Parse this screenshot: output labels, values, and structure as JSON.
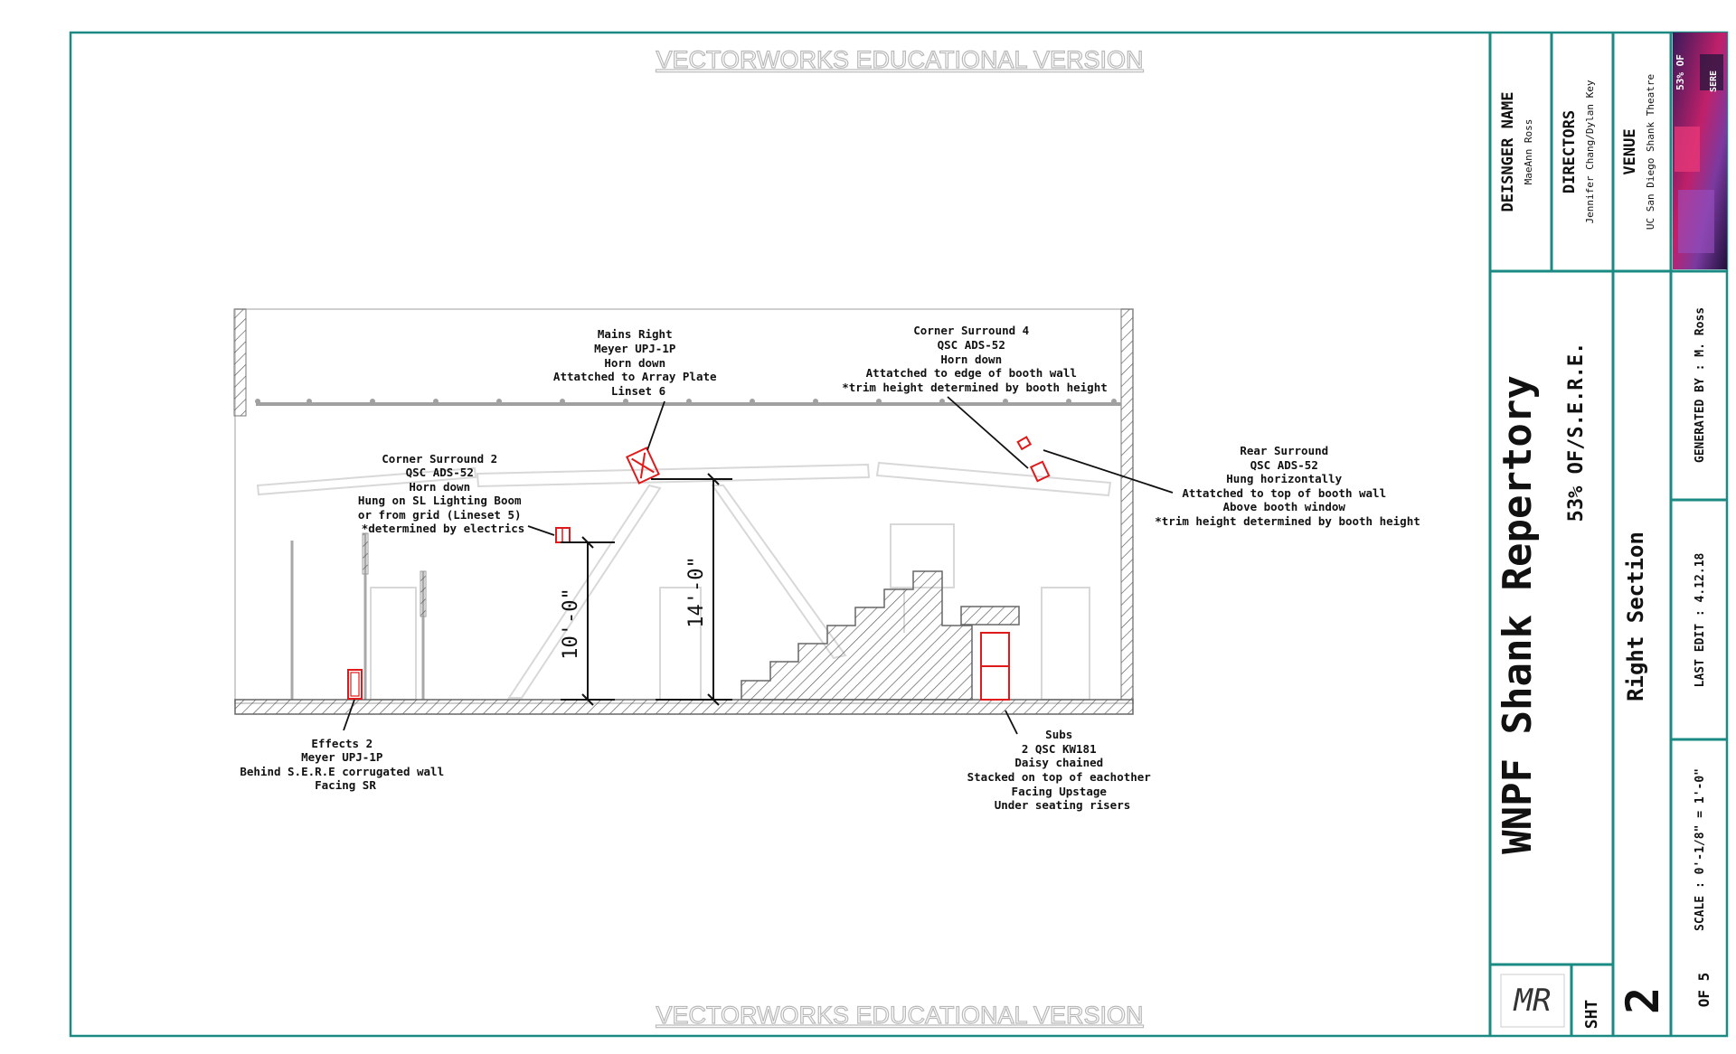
{
  "watermark": "VECTORWORKS EDUCATIONAL VERSION",
  "colors": {
    "frame": "#1a8a83",
    "speaker": "#e01a1a",
    "structure": "#9a9a9a",
    "hatch": "#555555",
    "text": "#111111"
  },
  "annotations": {
    "mains_right": [
      "Mains Right",
      "Meyer UPJ-1P",
      "Horn down",
      "Attatched to Array Plate",
      "Linset 6"
    ],
    "corner_surround_4": [
      "Corner Surround 4",
      "QSC ADS-52",
      "Horn down",
      "Attatched to edge of booth wall",
      "*trim height determined by booth height"
    ],
    "corner_surround_2": [
      "Corner Surround 2",
      "QSC ADS-52",
      "Horn down",
      "Hung on SL Lighting Boom",
      "or from grid (Lineset 5)",
      "*determined by electrics"
    ],
    "rear_surround": [
      "Rear Surround",
      "QSC ADS-52",
      "Hung horizontally",
      "Attatched to top of booth wall",
      "Above booth window",
      "*trim height determined by booth height"
    ],
    "effects_2": [
      "Effects 2",
      "Meyer UPJ-1P",
      "Behind S.E.R.E corrugated wall",
      "Facing SR"
    ],
    "subs": [
      "Subs",
      "2 QSC KW181",
      "Daisy chained",
      "Stacked on top of eachother",
      "Facing Upstage",
      "Under seating risers"
    ]
  },
  "dimensions": {
    "dim_10": "10'-0\"",
    "dim_14": "14'-0\""
  },
  "title_block": {
    "designer_label": "DEISNGER NAME",
    "designer_value": "MaeAnn Ross",
    "directors_label": "DIRECTORS",
    "directors_value": "Jennifer Chang/Dylan Key",
    "venue_label": "VENUE",
    "venue_value": "UC San Diego Shank Theatre",
    "project_title": "WNPF Shank Repertory",
    "show_title": "53% OF/S.E.R.E.",
    "sheet_title": "Right Section",
    "generated_by": "GENERATED BY : M. Ross",
    "last_edit": "LAST EDIT : 4.12.18",
    "scale": "SCALE : 0'-1/8\" = 1'-0\"",
    "sheet_label": "SHT",
    "sheet_number": "2",
    "sheet_total": "OF 5",
    "logo_text": "MR",
    "poster_text_1": "53% OF",
    "poster_text_2": "SERE"
  }
}
